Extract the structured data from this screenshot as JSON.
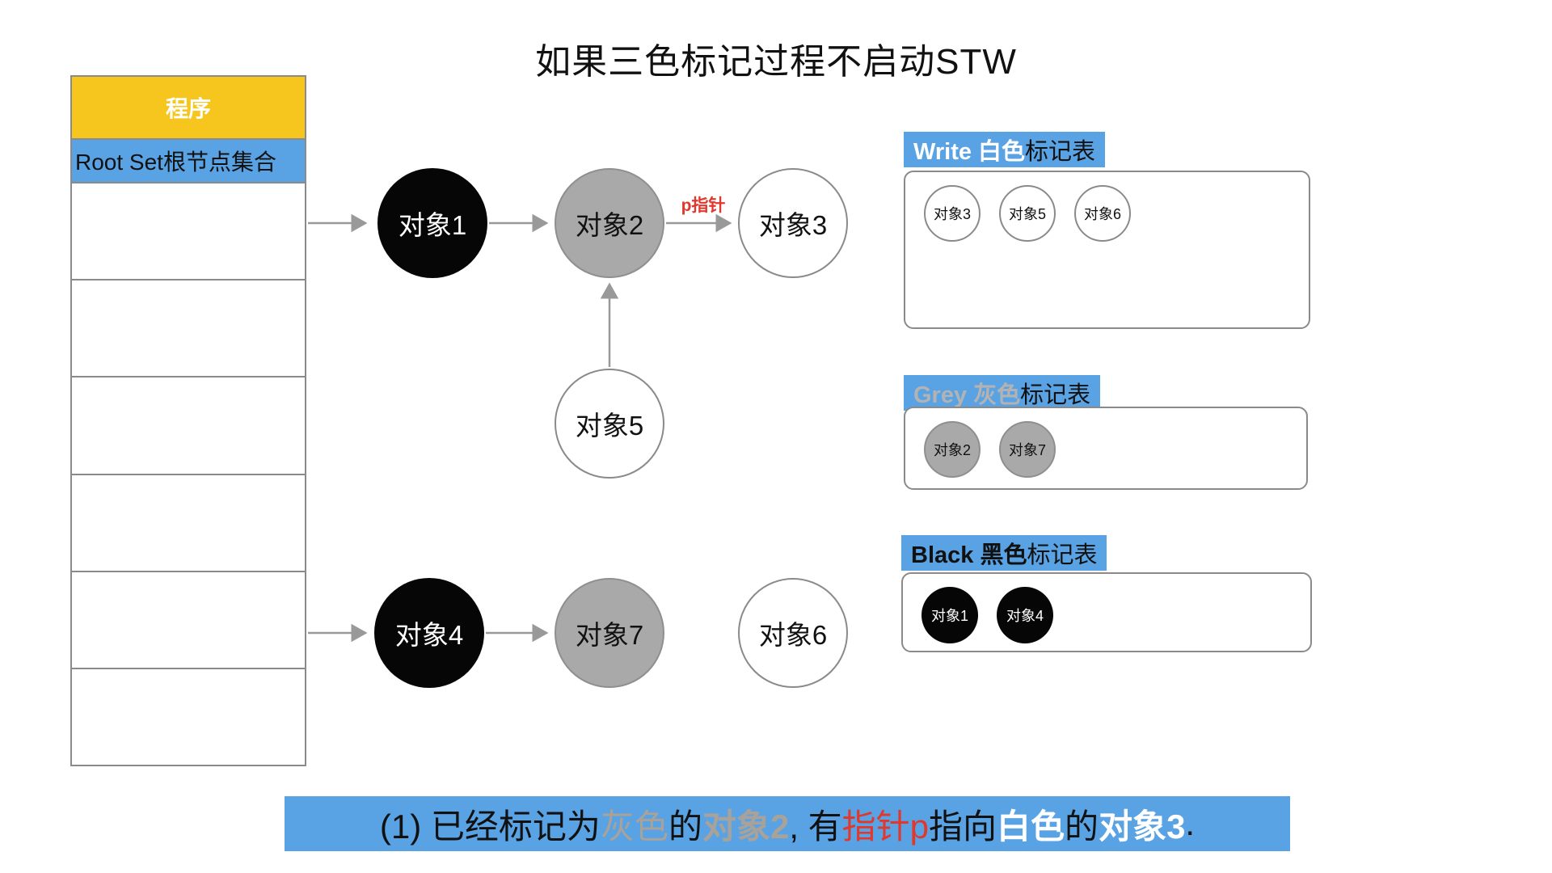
{
  "title": "如果三色标记过程不启动STW",
  "program": {
    "header": "程序",
    "root_set": "Root Set根节点集合"
  },
  "pointer_label": "p指针",
  "nodes": {
    "obj1": "对象1",
    "obj2": "对象2",
    "obj3": "对象3",
    "obj4": "对象4",
    "obj5": "对象5",
    "obj6": "对象6",
    "obj7": "对象7"
  },
  "panels": {
    "white": {
      "title_highlight": "Write 白色",
      "title_rest": "标记表",
      "items": [
        "对象3",
        "对象5",
        "对象6"
      ]
    },
    "grey": {
      "title_highlight": "Grey 灰色",
      "title_rest": "标记表",
      "items": [
        "对象2",
        "对象7"
      ]
    },
    "black": {
      "title_highlight": "Black 黑色",
      "title_rest": "标记表",
      "items": [
        "对象1",
        "对象4"
      ]
    }
  },
  "caption": {
    "segments": [
      {
        "text": "(1) 已经标记为"
      },
      {
        "text": "灰色"
      },
      {
        "text": "的"
      },
      {
        "text": "对象2"
      },
      {
        "text": ", 有"
      },
      {
        "text": "指针p"
      },
      {
        "text": "指向"
      },
      {
        "text": "白色"
      },
      {
        "text": "的"
      },
      {
        "text": "对象3"
      },
      {
        "text": "."
      }
    ]
  },
  "colors": {
    "accent_blue": "#59A2E3",
    "header_yellow": "#F6C51E",
    "node_grey": "#A9A9A9",
    "node_black": "#060606",
    "border_grey": "#8a8a8a",
    "arrow_grey": "#999999",
    "pointer_red": "#E0382C",
    "caption_grey_text": "#A8A29A"
  }
}
